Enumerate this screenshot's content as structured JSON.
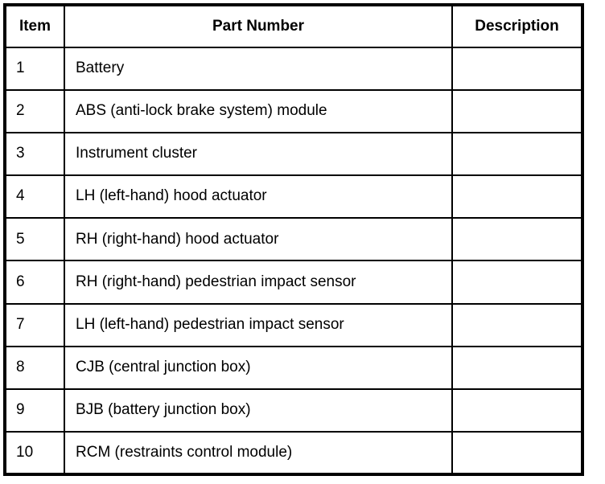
{
  "colors": {
    "background": "#ffffff",
    "border": "#000000",
    "text": "#000000"
  },
  "table": {
    "columns": [
      {
        "label": "Item"
      },
      {
        "label": "Part Number"
      },
      {
        "label": "Description"
      }
    ],
    "rows": [
      {
        "item": "1",
        "part_number": "Battery",
        "description": ""
      },
      {
        "item": "2",
        "part_number": "ABS (anti-lock brake system) module",
        "description": ""
      },
      {
        "item": "3",
        "part_number": "Instrument cluster",
        "description": ""
      },
      {
        "item": "4",
        "part_number": "LH (left-hand) hood actuator",
        "description": ""
      },
      {
        "item": "5",
        "part_number": "RH (right-hand) hood actuator",
        "description": ""
      },
      {
        "item": "6",
        "part_number": "RH (right-hand) pedestrian impact sensor",
        "description": ""
      },
      {
        "item": "7",
        "part_number": "LH (left-hand) pedestrian impact sensor",
        "description": ""
      },
      {
        "item": "8",
        "part_number": "CJB (central junction box)",
        "description": ""
      },
      {
        "item": "9",
        "part_number": "BJB (battery junction box)",
        "description": ""
      },
      {
        "item": "10",
        "part_number": "RCM (restraints control module)",
        "description": ""
      }
    ]
  }
}
